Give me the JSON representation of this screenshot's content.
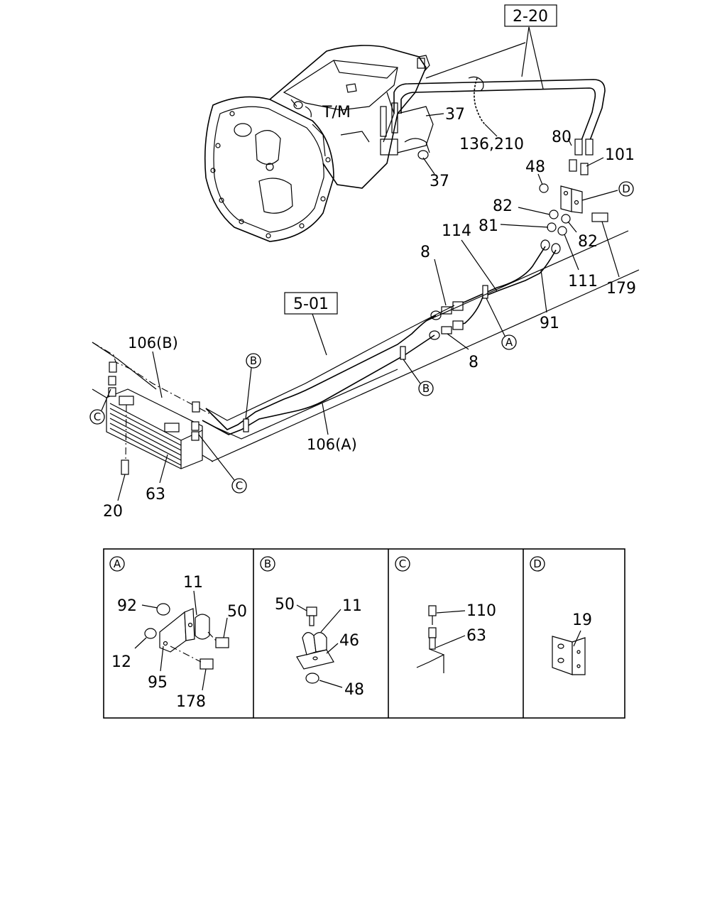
{
  "refs": {
    "r_2_20": "2-20",
    "r_5_01": "5-01"
  },
  "labels": {
    "tm": "T/M",
    "p37a": "37",
    "p37b": "37",
    "p136": "136,210",
    "p80": "80",
    "p101": "101",
    "p48": "48",
    "p82a": "82",
    "p82b": "82",
    "p81": "81",
    "p114": "114",
    "p111": "111",
    "p179": "179",
    "p8a": "8",
    "p8b": "8",
    "p91": "91",
    "p106b": "106(B)",
    "p106a": "106(A)",
    "p63": "63",
    "p20": "20"
  },
  "markers": {
    "A": "A",
    "B": "B",
    "C": "C",
    "D": "D"
  },
  "details": {
    "a": {
      "title": "A",
      "p11": "11",
      "p92": "92",
      "p50": "50",
      "p12": "12",
      "p95": "95",
      "p178": "178"
    },
    "b": {
      "title": "B",
      "p50": "50",
      "p11": "11",
      "p46": "46",
      "p48": "48"
    },
    "c": {
      "title": "C",
      "p110": "110",
      "p63": "63"
    },
    "d": {
      "title": "D",
      "p19": "19"
    }
  }
}
